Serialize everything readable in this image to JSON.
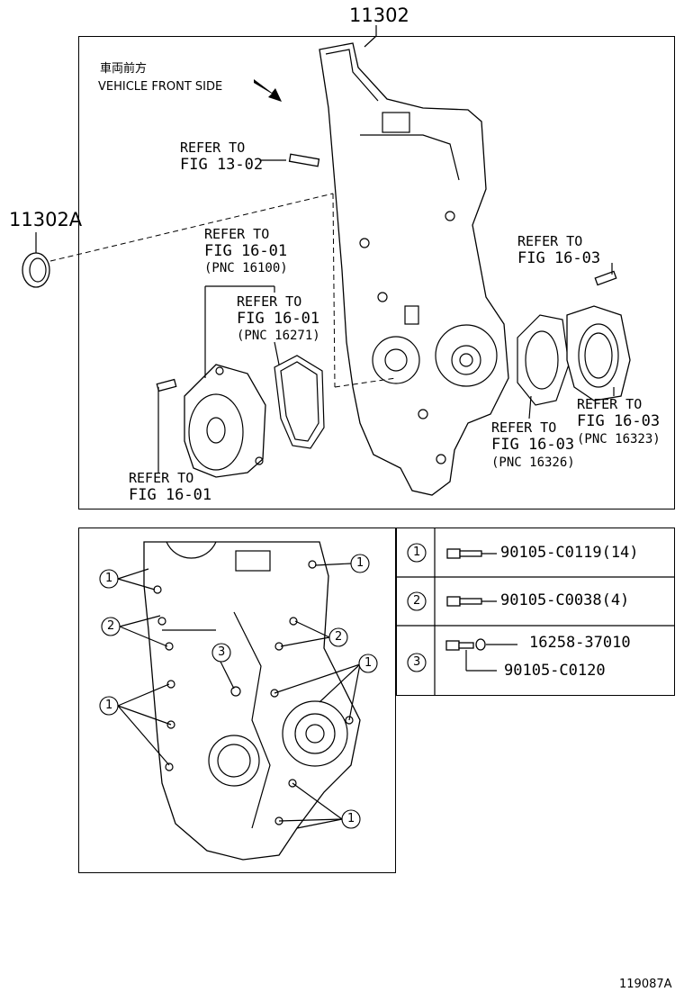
{
  "main_part": "11302",
  "seal_part": "11302A",
  "direction": {
    "jp": "車両前方",
    "en": "VEHICLE FRONT SIDE"
  },
  "refs": {
    "r1": {
      "l1": "REFER TO",
      "l2": "FIG 13-02"
    },
    "r2": {
      "l1": "REFER TO",
      "l2": "FIG 16-01",
      "l3": "(PNC 16100)"
    },
    "r3": {
      "l1": "REFER TO",
      "l2": "FIG 16-01",
      "l3": "(PNC 16271)"
    },
    "r4": {
      "l1": "REFER TO",
      "l2": "FIG 16-03"
    },
    "r5": {
      "l1": "REFER TO",
      "l2": "FIG 16-03",
      "l3": "(PNC 16323)"
    },
    "r6": {
      "l1": "REFER TO",
      "l2": "FIG 16-03",
      "l3": "(PNC 16326)"
    },
    "r7": {
      "l1": "REFER TO",
      "l2": "FIG 16-01"
    }
  },
  "legend": [
    {
      "num": "1",
      "parts": [
        "90105-C0119(14)"
      ]
    },
    {
      "num": "2",
      "parts": [
        "90105-C0038(4)"
      ]
    },
    {
      "num": "3",
      "parts": [
        "16258-37010",
        "90105-C0120"
      ]
    }
  ],
  "callouts": [
    "1",
    "1",
    "2",
    "2",
    "3",
    "1",
    "1",
    "1"
  ],
  "figure_id": "119087A"
}
